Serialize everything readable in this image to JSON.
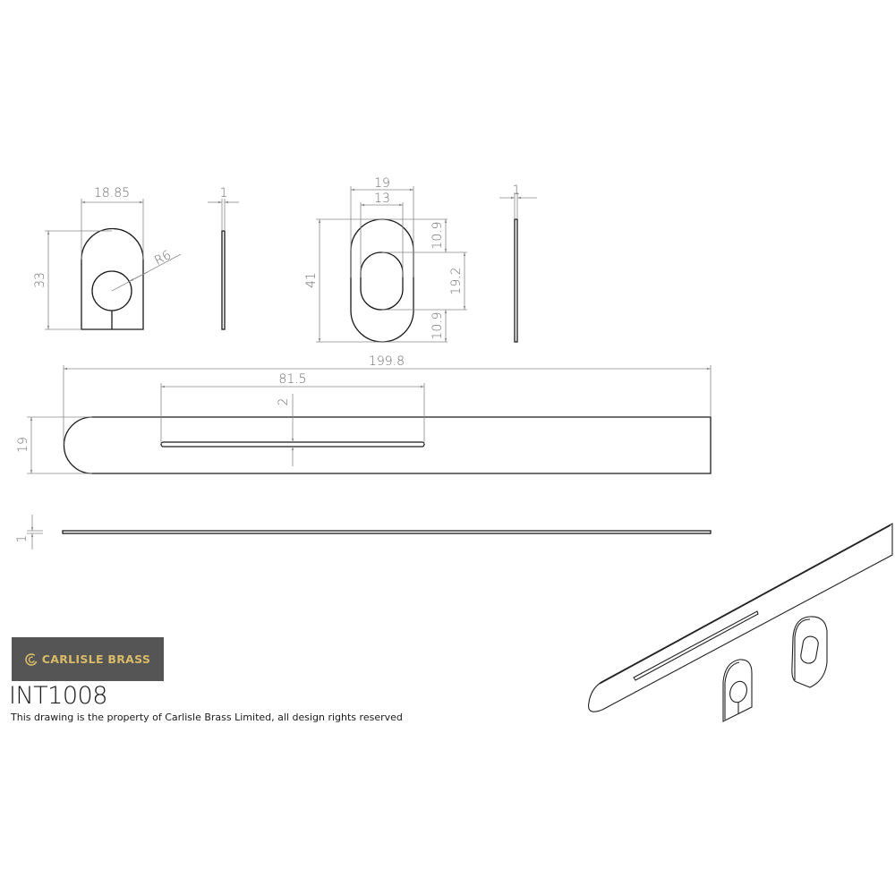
{
  "views": {
    "small_escutcheon_front": {
      "width_label": "18.85",
      "height_label": "33",
      "radius_label": "R6"
    },
    "small_escutcheon_side": {
      "thickness_label": "1"
    },
    "oval_escutcheon_front": {
      "outer_width_label": "19",
      "inner_width_label": "13",
      "height_label": "41",
      "top_offset_label": "10.9",
      "slot_height_label": "19.2",
      "bottom_offset_label": "10.9"
    },
    "oval_escutcheon_side": {
      "thickness_label": "1"
    },
    "bar_front": {
      "length_label": "199.8",
      "slot_length_label": "81.5",
      "slot_width_label": "2",
      "height_label": "19"
    },
    "bar_side": {
      "thickness_label": "1"
    }
  },
  "title_block": {
    "brand": "CARLISLE BRASS",
    "part_number": "INT1008",
    "copyright": "This drawing is the property of Carlisle Brass Limited, all design rights reserved"
  },
  "colors": {
    "logo_background": "#555555",
    "logo_gold": "#d9bb67",
    "outline": "#1a1a1a",
    "dimension": "#8a8a8a"
  }
}
